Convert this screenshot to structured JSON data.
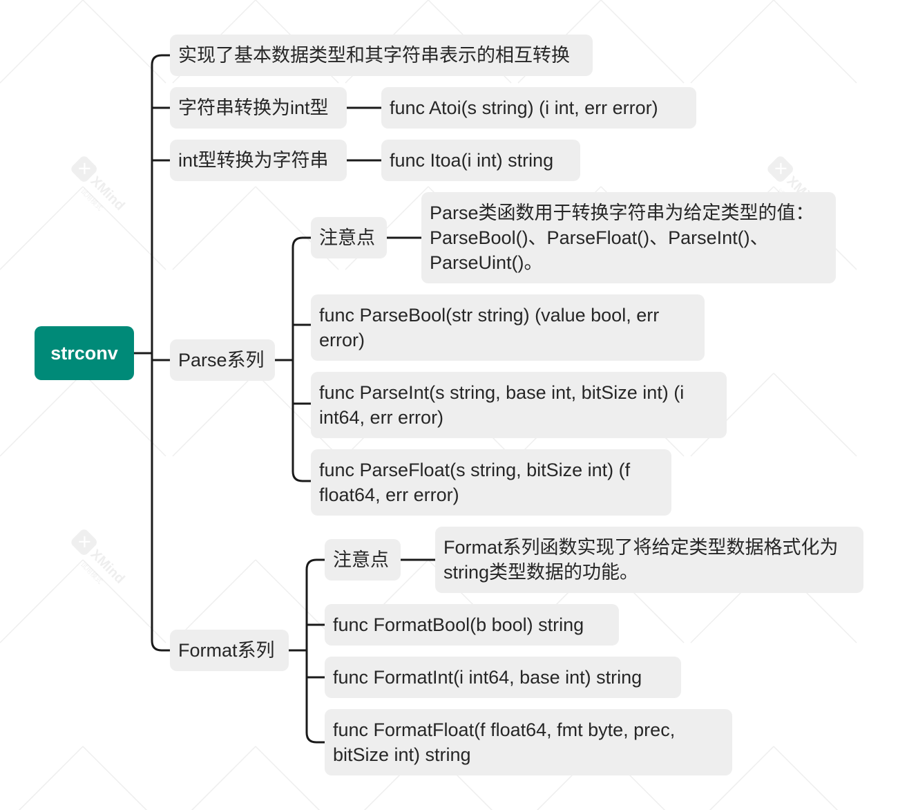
{
  "root": {
    "label": "strconv"
  },
  "branches": {
    "intro": {
      "label": "实现了基本数据类型和其字符串表示的相互转换"
    },
    "atoi": {
      "label": "字符串转换为int型",
      "signature": "func Atoi(s string) (i int, err error)"
    },
    "itoa": {
      "label": "int型转换为字符串",
      "signature": "func Itoa(i int) string"
    },
    "parse": {
      "label": "Parse系列",
      "note_label": "注意点",
      "note_lines": [
        "Parse类函数用于转换字符串为给定类型的值：",
        "ParseBool()、ParseFloat()、ParseInt()、",
        "ParseUint()。"
      ],
      "funcs": [
        {
          "lines": [
            "func ParseBool(str string) (value bool, err",
            "error)"
          ]
        },
        {
          "lines": [
            "func ParseInt(s string, base int, bitSize int) (i",
            "int64, err error)"
          ]
        },
        {
          "lines": [
            "func ParseFloat(s string, bitSize int) (f",
            "float64, err error)"
          ]
        }
      ]
    },
    "format": {
      "label": "Format系列",
      "note_label": "注意点",
      "note_lines": [
        "Format系列函数实现了将给定类型数据格式化为",
        "string类型数据的功能。"
      ],
      "funcs": [
        {
          "lines": [
            "func FormatBool(b bool) string"
          ]
        },
        {
          "lines": [
            "func FormatInt(i int64, base int) string"
          ]
        },
        {
          "lines": [
            "func FormatFloat(f float64, fmt byte, prec,",
            "bitSize int) string"
          ]
        }
      ]
    }
  },
  "watermark": {
    "brand": "XMind",
    "sub": "试用模式"
  },
  "colors": {
    "root": "#008a78",
    "node": "#eeeeee",
    "line": "#1a1a1a",
    "text": "#262626"
  }
}
